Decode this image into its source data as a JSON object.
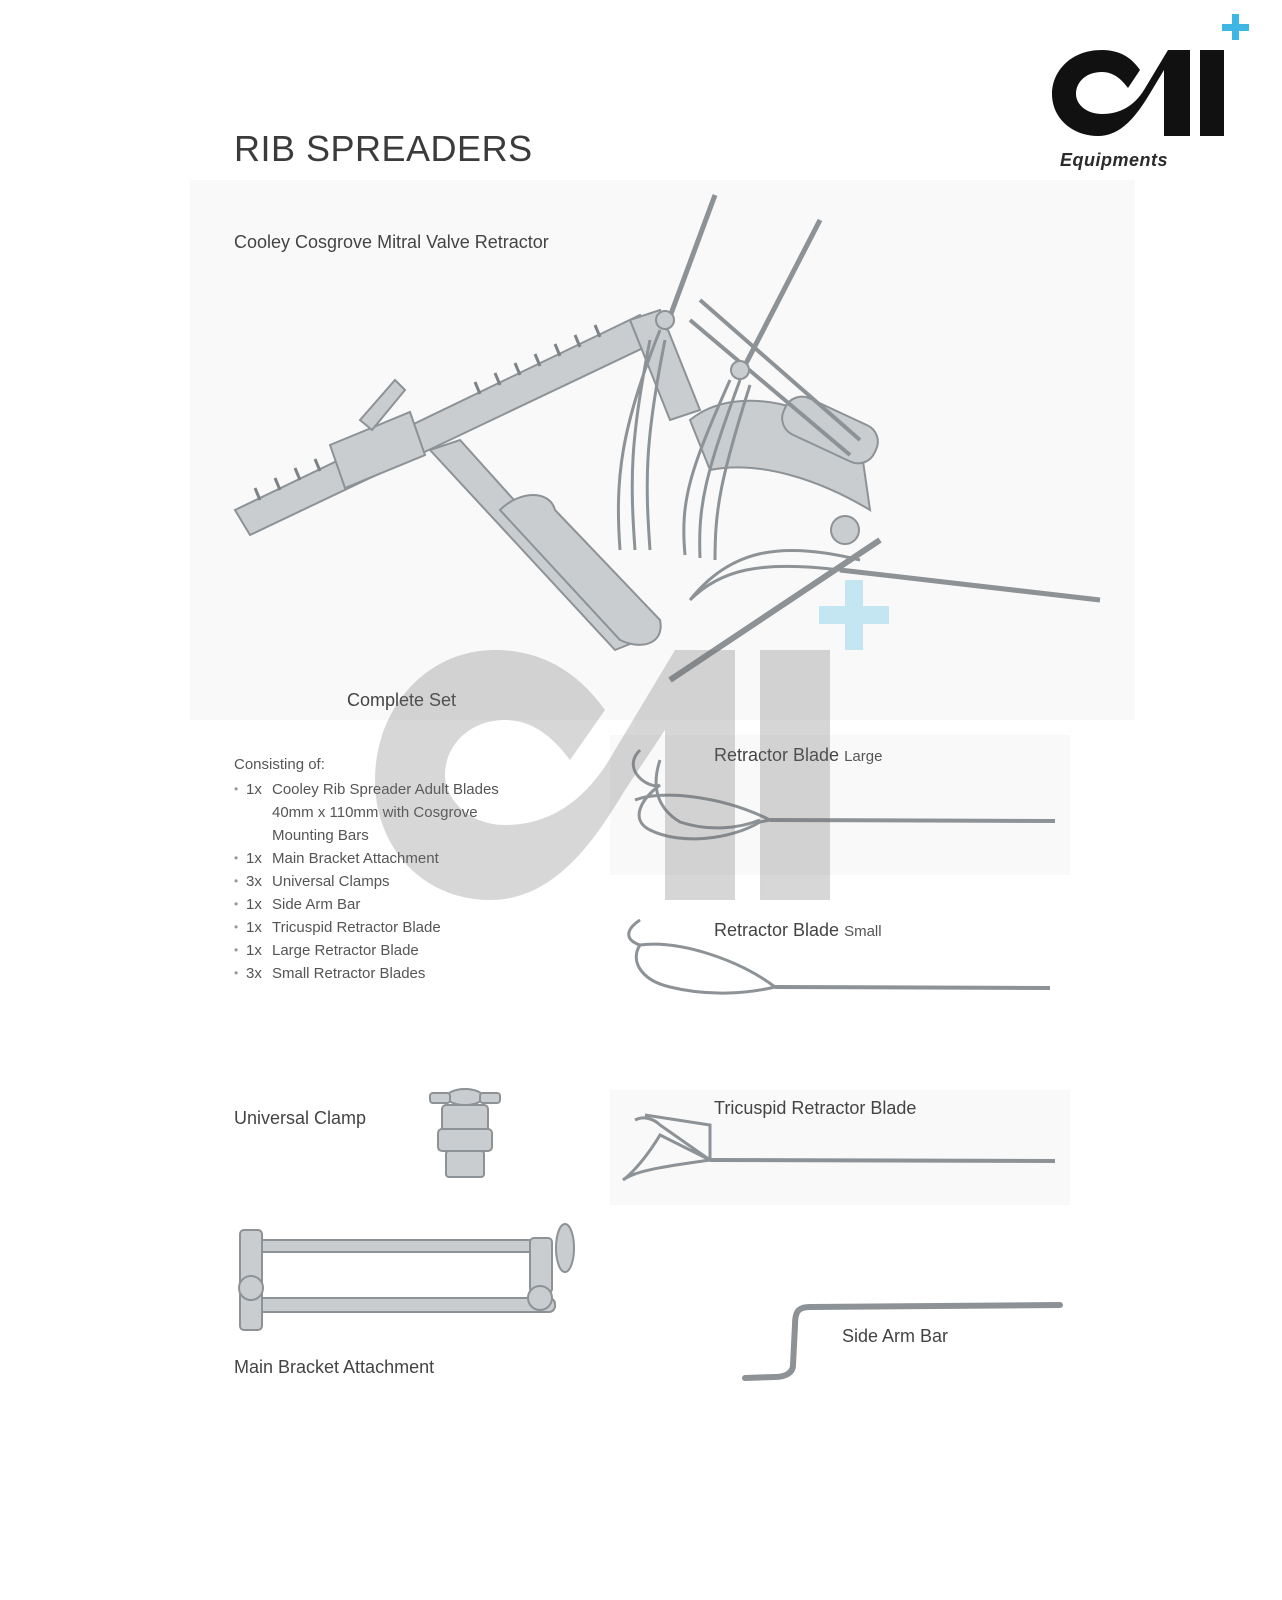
{
  "brand": {
    "logo_letters": "OMI",
    "tagline": "Equipments",
    "accent_color": "#3fb7e4",
    "dark_color": "#111111"
  },
  "page": {
    "title": "RIB SPREADERS"
  },
  "main_product": {
    "title": "Cooley Cosgrove Mitral Valve Retractor",
    "icon": "retractor-assembly-icon"
  },
  "complete_set": {
    "title": "Complete Set",
    "consisting_label": "Consisting of:",
    "items": [
      {
        "qty": "1x",
        "text": "Cooley Rib Spreader Adult Blades 40mm x 110mm with Cosgrove Mounting Bars"
      },
      {
        "qty": "1x",
        "text": "Main Bracket Attachment"
      },
      {
        "qty": "3x",
        "text": "Universal Clamps"
      },
      {
        "qty": "1x",
        "text": "Side Arm Bar"
      },
      {
        "qty": "1x",
        "text": "Tricuspid Retractor Blade"
      },
      {
        "qty": "1x",
        "text": "Large Retractor Blade"
      },
      {
        "qty": "3x",
        "text": "Small Retractor Blades"
      }
    ]
  },
  "components": {
    "blade_large": {
      "name": "Retractor Blade",
      "size": "Large"
    },
    "blade_small": {
      "name": "Retractor Blade",
      "size": "Small"
    },
    "universal_clamp": {
      "name": "Universal Clamp"
    },
    "tricuspid_blade": {
      "name": "Tricuspid Retractor Blade"
    },
    "main_bracket": {
      "name": "Main Bracket Attachment"
    },
    "side_arm_bar": {
      "name": "Side Arm Bar"
    }
  }
}
